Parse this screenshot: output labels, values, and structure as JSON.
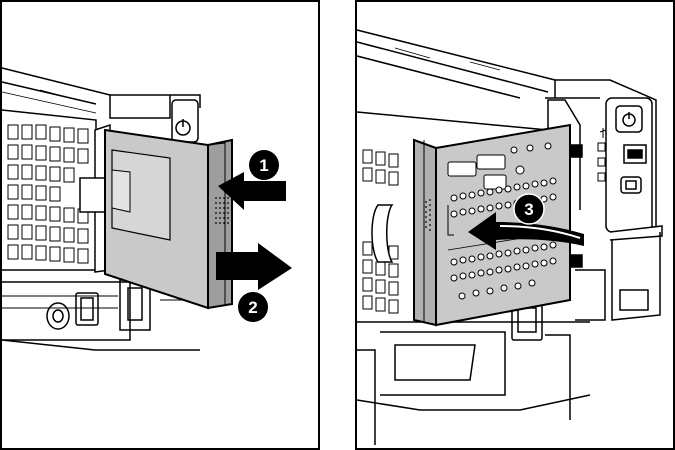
{
  "panels": [
    {
      "callouts": [
        {
          "label": "1",
          "arrow": "push-left"
        },
        {
          "label": "2",
          "arrow": "pull-right"
        }
      ]
    },
    {
      "callouts": [
        {
          "label": "3",
          "arrow": "rotate-curved"
        }
      ]
    }
  ],
  "colors": {
    "line": "#000000",
    "background": "#ffffff",
    "panel_gray": "#c9c9c9",
    "panel_gray_dark": "#9e9e9e",
    "callout_fill": "#000000",
    "callout_text": "#ffffff"
  },
  "icons": [
    "power-icon",
    "usb-icon",
    "uid-icon",
    "led-icon"
  ]
}
